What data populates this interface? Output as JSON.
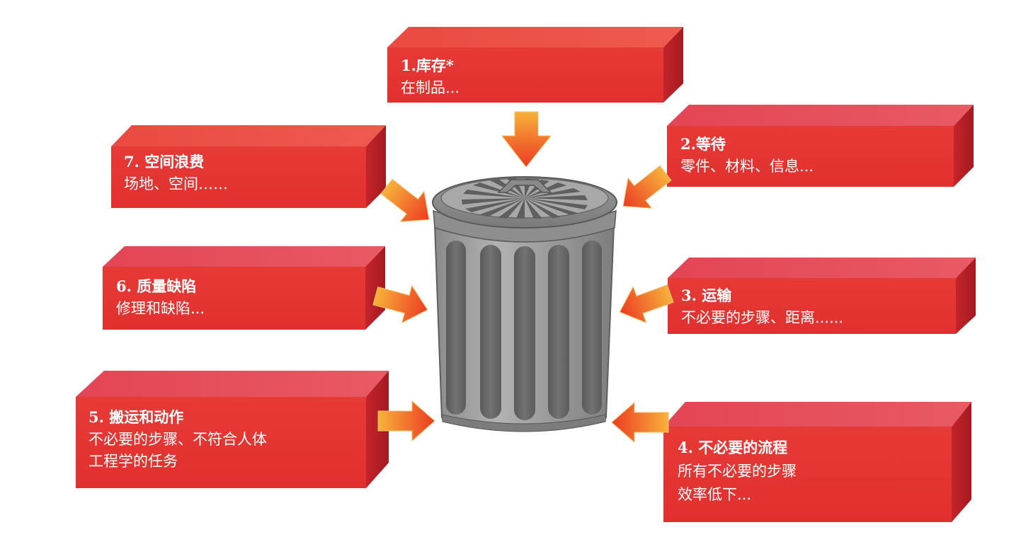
{
  "boxes": [
    {
      "id": "inventory",
      "title": "1.库存*",
      "lines": [
        "在制品..."
      ]
    },
    {
      "id": "waiting",
      "title": "2.等待",
      "lines": [
        "零件、材料、信息..."
      ]
    },
    {
      "id": "transport",
      "title": "3. 运输",
      "lines": [
        "不必要的步骤、距离......"
      ]
    },
    {
      "id": "overprocessing",
      "title": "4. 不必要的流程",
      "lines": [
        "所有不必要的步骤",
        "效率低下..."
      ]
    },
    {
      "id": "motion",
      "title": "5. 搬运和动作",
      "lines": [
        "不必要的步骤、不符合人体",
        "工程学的任务"
      ]
    },
    {
      "id": "defects",
      "title": "6. 质量缺陷",
      "lines": [
        "修理和缺陷..."
      ]
    },
    {
      "id": "space",
      "title": "7. 空间浪费",
      "lines": [
        "场地、空间……"
      ]
    }
  ],
  "colors": {
    "box_front": "#e8393a",
    "box_top": "#f05a4e",
    "box_side": "#b71e22",
    "arrow_start": "#f7b23b",
    "arrow_end": "#ec3a22",
    "can_body": "#9a9a9a",
    "can_rib": "#6e6e6e",
    "can_lid": "#8c8c8c"
  },
  "icons": {
    "center": "trash-can-icon"
  }
}
